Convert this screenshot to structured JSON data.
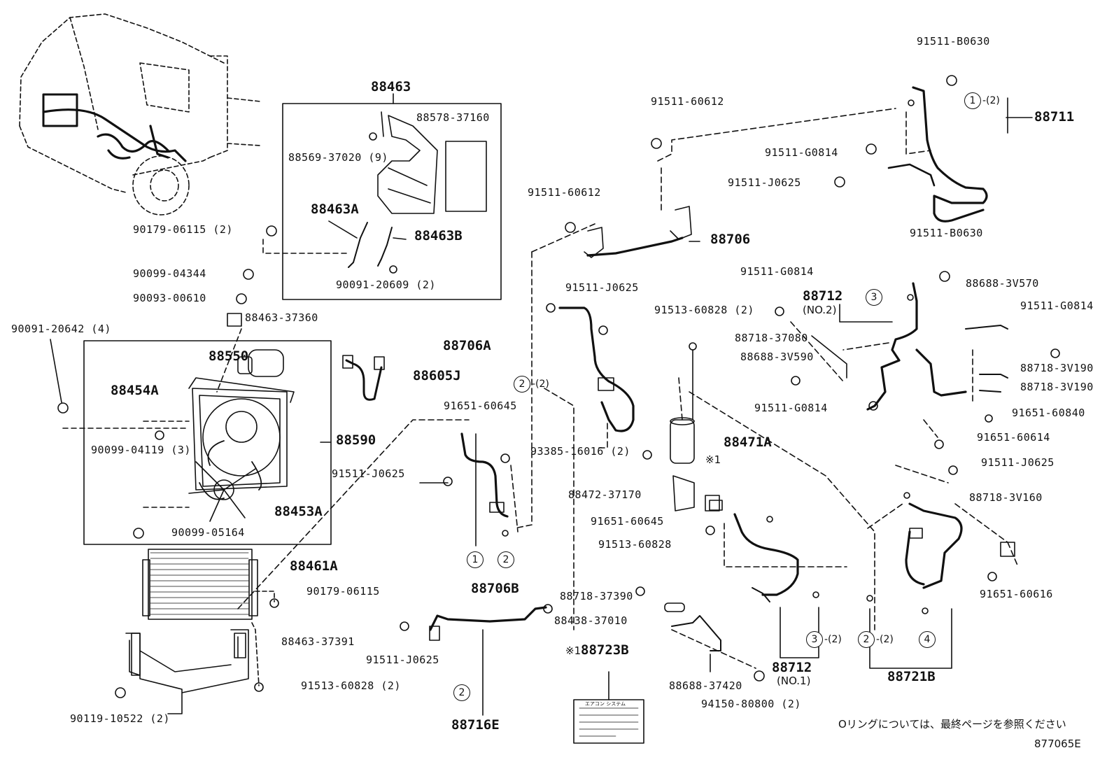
{
  "labels": {
    "p91511_B0630_top": "91511-B0630",
    "p88711": "88711",
    "p91511_60612_a": "91511-60612",
    "p91511_G0814_a": "91511-G0814",
    "p91511_J0625_a": "91511-J0625",
    "p88463": "88463",
    "p88578": "88578-37160",
    "p88569": "88569-37020 (9)",
    "p88463A": "88463A",
    "p88463B": "88463B",
    "p90091_20609": "90091-20609 (2)",
    "p90179_06115_2": "90179-06115 (2)",
    "p90099_04344": "90099-04344",
    "p90093_00610": "90093-00610",
    "p88463_37360": "88463-37360",
    "p90091_20642": "90091-20642 (4)",
    "p91511_60612_b": "91511-60612",
    "p88706": "88706",
    "p91511_B0630_mid": "91511-B0630",
    "p91511_G0814_b": "91511-G0814",
    "p88712_top": "88712",
    "p88712_no2": "(NO.2)",
    "p88688_3V570": "88688-3V570",
    "p91511_G0814_c": "91511-G0814",
    "p91511_J0625_b": "91511-J0625",
    "p88706A": "88706A",
    "p91513_60828_2": "91513-60828 (2)",
    "p88718_37080": "88718-37080",
    "p88688_3V590": "88688-3V590",
    "p88718_3V190_a": "88718-3V190",
    "p88718_3V190_b": "88718-3V190",
    "p91511_G0814_d": "91511-G0814",
    "p91651_60840": "91651-60840",
    "p88550": "88550",
    "p88605J": "88605J",
    "p88454A": "88454A",
    "p91651_60645_a": "91651-60645",
    "p91651_60614": "91651-60614",
    "p88590": "88590",
    "p90099_04119": "90099-04119 (3)",
    "p93385_16016": "93385-16016 (2)",
    "p88471A": "88471A",
    "p91511_J0625_c": "91511-J0625",
    "p91511_J0625_d": "91511-J0625",
    "p88472_37170": "88472-37170",
    "p88718_3V160": "88718-3V160",
    "p88453A": "88453A",
    "p90099_05164": "90099-05164",
    "p91651_60645_b": "91651-60645",
    "p88461A": "88461A",
    "p91513_60828": "91513-60828",
    "p90179_06115": "90179-06115",
    "p88706B": "88706B",
    "p91651_60616": "91651-60616",
    "p88718_37390": "88718-37390",
    "p88438_37010": "88438-37010",
    "p88463_37391": "88463-37391",
    "p88723B": "88723B",
    "p91511_J0625_e": "91511-J0625",
    "p91513_60828_b": "91513-60828 (2)",
    "p88712_bot": "88712",
    "p88712_no1": "(NO.1)",
    "p88721B": "88721B",
    "p88688_37420": "88688-37420",
    "p90119_10522": "90119-10522 (2)",
    "p94150_80800": "94150-80800 (2)",
    "p88716E": "88716E",
    "note_mark": "※1",
    "note_mark2": "※1",
    "footer_note": "Oリングについては、最終ページを参照ください",
    "fig_code": "877065E"
  },
  "callouts": {
    "c1_top": "1",
    "c1_top_qty": "-(2)",
    "c3_mid": "3",
    "c2_left": "2",
    "c2_left_qty": "-(2)",
    "c1_88706B": "1",
    "c2_88706B": "2",
    "c2_88716E": "2",
    "c3_bot": "3",
    "c3_bot_qty": "-(2)",
    "c2_bot": "2",
    "c2_bot_qty": "-(2)",
    "c4_bot": "4"
  },
  "label_card": {
    "title": "エアコン システム"
  }
}
